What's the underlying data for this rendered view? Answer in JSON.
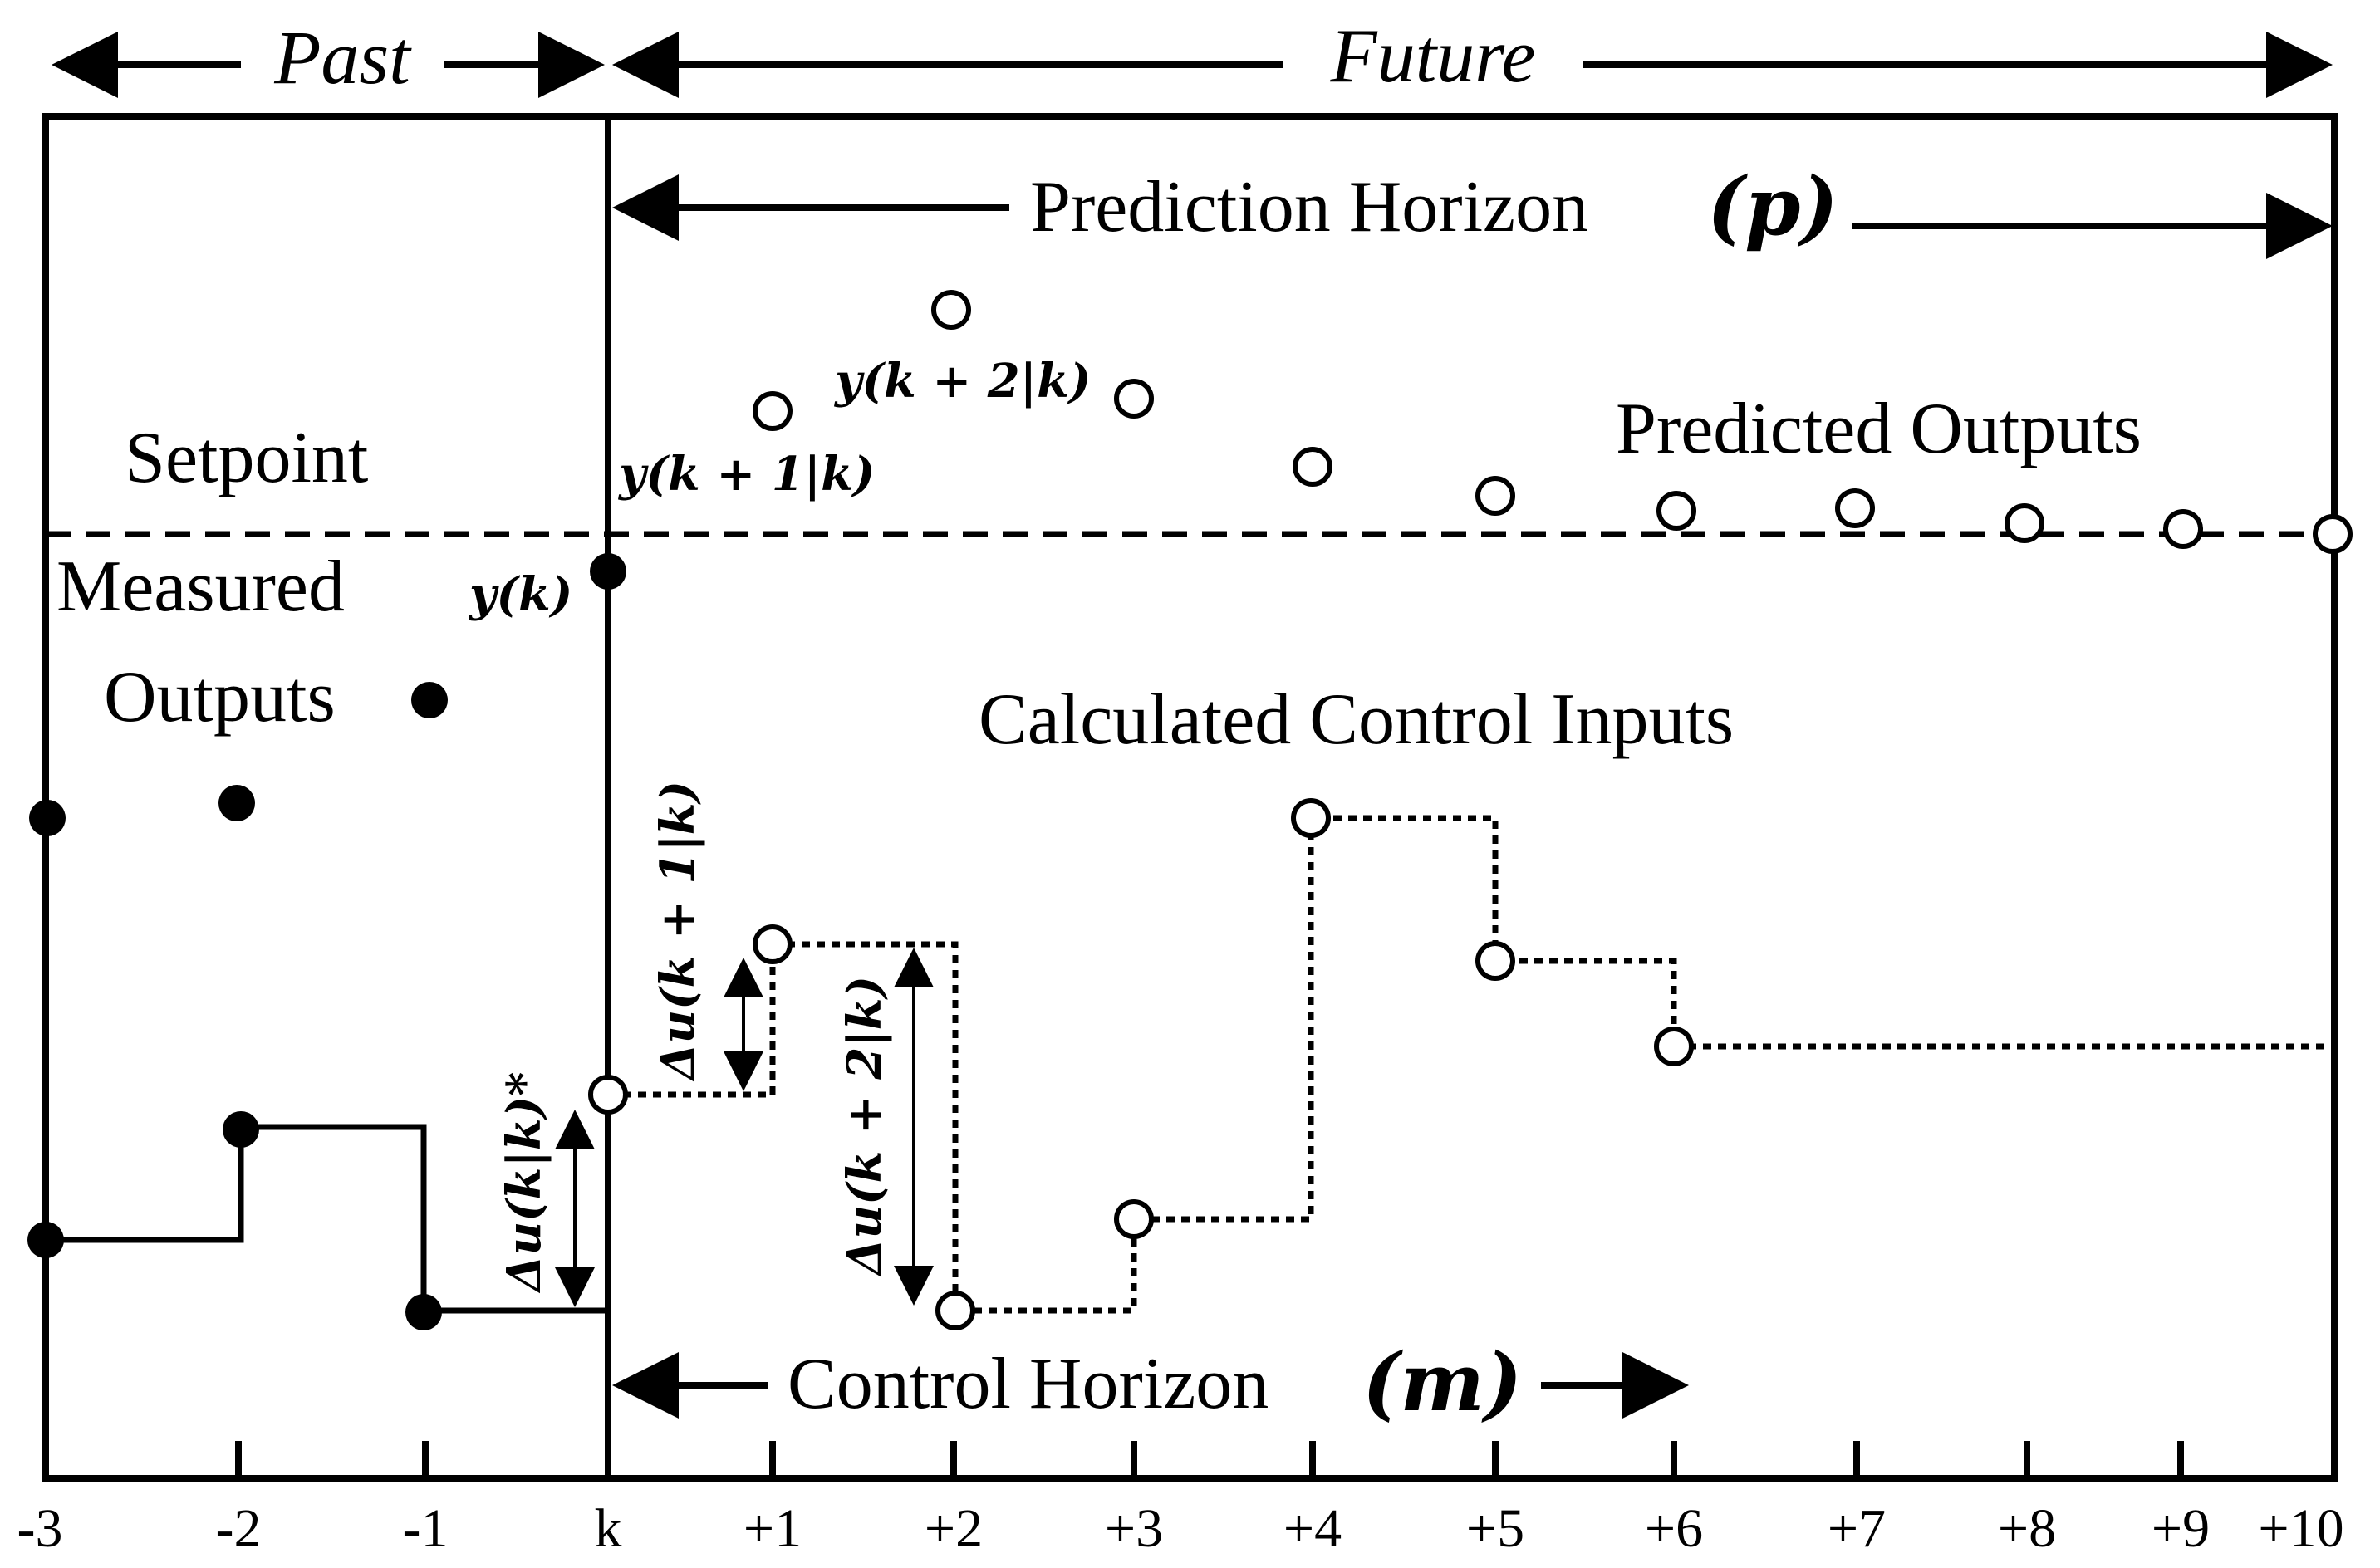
{
  "header": {
    "past": "Past",
    "future": "Future"
  },
  "labels": {
    "prediction_horizon": "Prediction Horizon",
    "prediction_symbol": "(p)",
    "control_horizon": "Control Horizon",
    "control_symbol": "(m)",
    "setpoint": "Setpoint",
    "measured_line1": "Measured",
    "measured_line2": "Outputs",
    "predicted_outputs": "Predicted Outputs",
    "calculated_inputs": "Calculated Control Inputs"
  },
  "math": {
    "y_k": "y(k)",
    "y_k1": "y(k + 1|k)",
    "y_k2": "y(k + 2|k)",
    "du_k": "Δu(k|k)*",
    "du_k1": "Δu(k + 1|k)",
    "du_k2": "Δu(k + 2|k)"
  },
  "axis": {
    "ticks": [
      "-3",
      "-2",
      "-1",
      "k",
      "+1",
      "+2",
      "+3",
      "+4",
      "+5",
      "+6",
      "+7",
      "+8",
      "+9",
      "+10"
    ]
  }
}
